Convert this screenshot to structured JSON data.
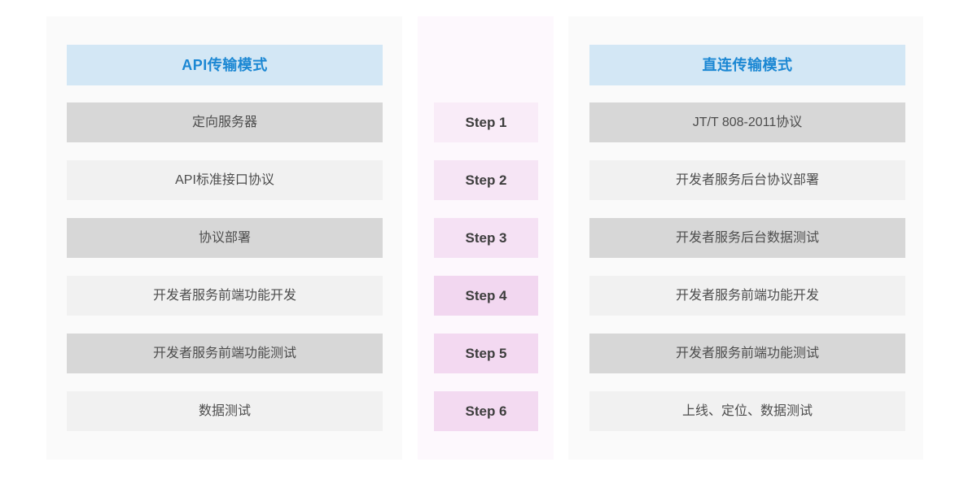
{
  "colors": {
    "page_bg": "#ffffff",
    "side_panel_bg": "#fafafa",
    "middle_panel_bg": "#fdf8fd",
    "header_bg": "#d3e7f5",
    "header_text": "#1b87d3",
    "row_dark_bg": "#d7d7d7",
    "row_light_bg": "#f1f1f1",
    "row_text": "#4d4d4d",
    "step_text": "#3d3d3d"
  },
  "api_panel": {
    "title": "API传输模式",
    "rows": [
      "定向服务器",
      "API标准接口协议",
      "协议部署",
      "开发者服务前端功能开发",
      "开发者服务前端功能测试",
      "数据测试"
    ]
  },
  "steps": {
    "labels": [
      "Step 1",
      "Step 2",
      "Step 3",
      "Step 4",
      "Step 5",
      "Step 6"
    ],
    "colors": [
      "#f9ecf8",
      "#f6e5f5",
      "#f5e1f4",
      "#f2d7f0",
      "#f3d9f1",
      "#f3daf1"
    ]
  },
  "direct_panel": {
    "title": "直连传输模式",
    "rows": [
      "JT/T 808-2011协议",
      "开发者服务后台协议部署",
      "开发者服务后台数据测试",
      "开发者服务前端功能开发",
      "开发者服务前端功能测试",
      "上线、定位、数据测试"
    ]
  }
}
